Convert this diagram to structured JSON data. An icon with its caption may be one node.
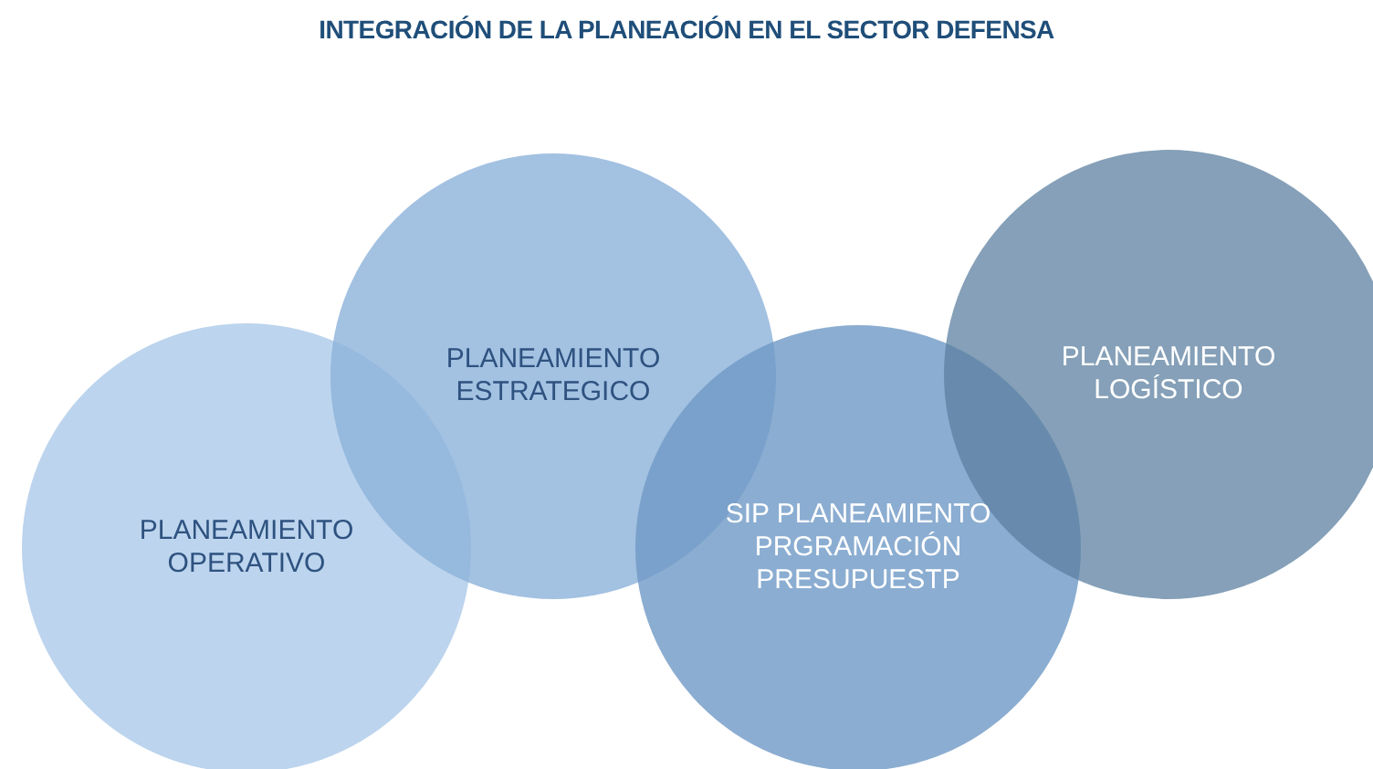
{
  "diagram": {
    "title": "INTEGRACIÓN DE LA PLANEACIÓN EN EL SECTOR DEFENSA",
    "nodes": [
      {
        "text": [
          "PLANEAMIENTO OPERATIVO"
        ]
      },
      {
        "text": [
          "PLANEAMIENTO ESTRATEGICO"
        ]
      },
      {
        "text": [
          "SIP PLANEAMIENTO PRGRAMACIÓN PRESUPUESTP"
        ]
      },
      {
        "text": [
          "PLANEAMIENTO LOGÍSTICO"
        ]
      }
    ],
    "edges": []
  }
}
